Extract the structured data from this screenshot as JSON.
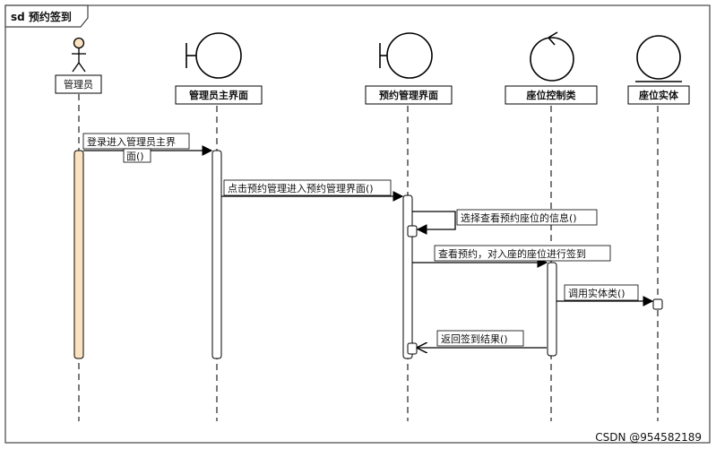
{
  "frame": {
    "title": "sd 预约签到"
  },
  "lifelines": [
    {
      "kind": "actor",
      "label": "管理员",
      "icon": "actor-stick-figure-icon"
    },
    {
      "kind": "boundary",
      "label": "管理员主界面",
      "icon": "boundary-icon"
    },
    {
      "kind": "boundary",
      "label": "预约管理界面",
      "icon": "boundary-icon"
    },
    {
      "kind": "control",
      "label": "座位控制类",
      "icon": "control-icon"
    },
    {
      "kind": "entity",
      "label": "座位实体",
      "icon": "entity-icon"
    }
  ],
  "messages": [
    {
      "line1": "登录进入管理员主界",
      "line2": "面()",
      "from": "管理员",
      "to": "管理员主界面",
      "style": "sync"
    },
    {
      "label": "点击预约管理进入预约管理界面()",
      "from": "管理员主界面",
      "to": "预约管理界面",
      "style": "sync"
    },
    {
      "label": "选择查看预约座位的信息()",
      "from": "预约管理界面",
      "to": "预约管理界面",
      "style": "self"
    },
    {
      "label": "查看预约，对入座的座位进行签到",
      "from": "预约管理界面",
      "to": "座位控制类",
      "style": "sync"
    },
    {
      "label": "调用实体类()",
      "from": "座位控制类",
      "to": "座位实体",
      "style": "sync"
    },
    {
      "label": "返回签到结果()",
      "from": "座位控制类",
      "to": "预约管理界面",
      "style": "return"
    }
  ],
  "watermark": "CSDN @954582189",
  "colors": {
    "activation_actor": "#fbe3c0",
    "lifeline_head": "#ffffff",
    "line": "#000000",
    "frame": "#444444"
  }
}
